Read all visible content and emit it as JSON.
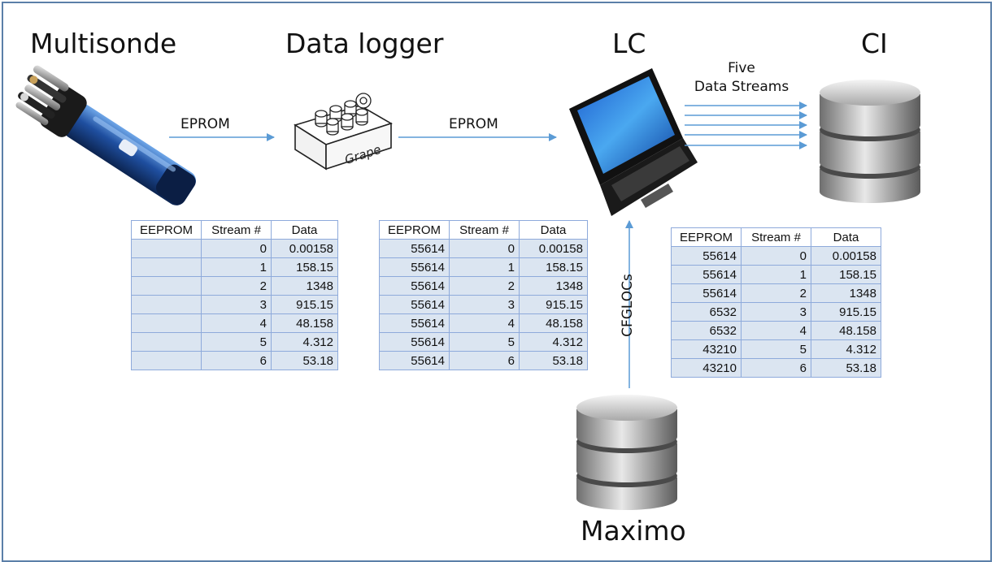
{
  "titles": {
    "multisonde": "Multisonde",
    "data_logger": "Data logger",
    "lc": "LC",
    "ci": "CI",
    "maximo": "Maximo"
  },
  "arrows": {
    "eprom_1": "EPROM",
    "eprom_2": "EPROM",
    "streams_line1": "Five",
    "streams_line2": "Data Streams",
    "cfglocs": "CFGLOCs"
  },
  "logger_label": "Grape",
  "colors": {
    "arrow": "#5b9bd5",
    "table_border": "#8eaadb",
    "table_fill": "#dbe5f1"
  },
  "tables": {
    "multisonde": {
      "headers": [
        "EEPROM",
        "Stream #",
        "Data"
      ],
      "rows": [
        [
          "",
          "0",
          "0.00158"
        ],
        [
          "",
          "1",
          "158.15"
        ],
        [
          "",
          "2",
          "1348"
        ],
        [
          "",
          "3",
          "915.15"
        ],
        [
          "",
          "4",
          "48.158"
        ],
        [
          "",
          "5",
          "4.312"
        ],
        [
          "",
          "6",
          "53.18"
        ]
      ]
    },
    "logger": {
      "headers": [
        "EEPROM",
        "Stream #",
        "Data"
      ],
      "rows": [
        [
          "55614",
          "0",
          "0.00158"
        ],
        [
          "55614",
          "1",
          "158.15"
        ],
        [
          "55614",
          "2",
          "1348"
        ],
        [
          "55614",
          "3",
          "915.15"
        ],
        [
          "55614",
          "4",
          "48.158"
        ],
        [
          "55614",
          "5",
          "4.312"
        ],
        [
          "55614",
          "6",
          "53.18"
        ]
      ]
    },
    "lc": {
      "headers": [
        "EEPROM",
        "Stream #",
        "Data"
      ],
      "rows": [
        [
          "55614",
          "0",
          "0.00158"
        ],
        [
          "55614",
          "1",
          "158.15"
        ],
        [
          "55614",
          "2",
          "1348"
        ],
        [
          "6532",
          "3",
          "915.15"
        ],
        [
          "6532",
          "4",
          "48.158"
        ],
        [
          "43210",
          "5",
          "4.312"
        ],
        [
          "43210",
          "6",
          "53.18"
        ]
      ]
    }
  }
}
